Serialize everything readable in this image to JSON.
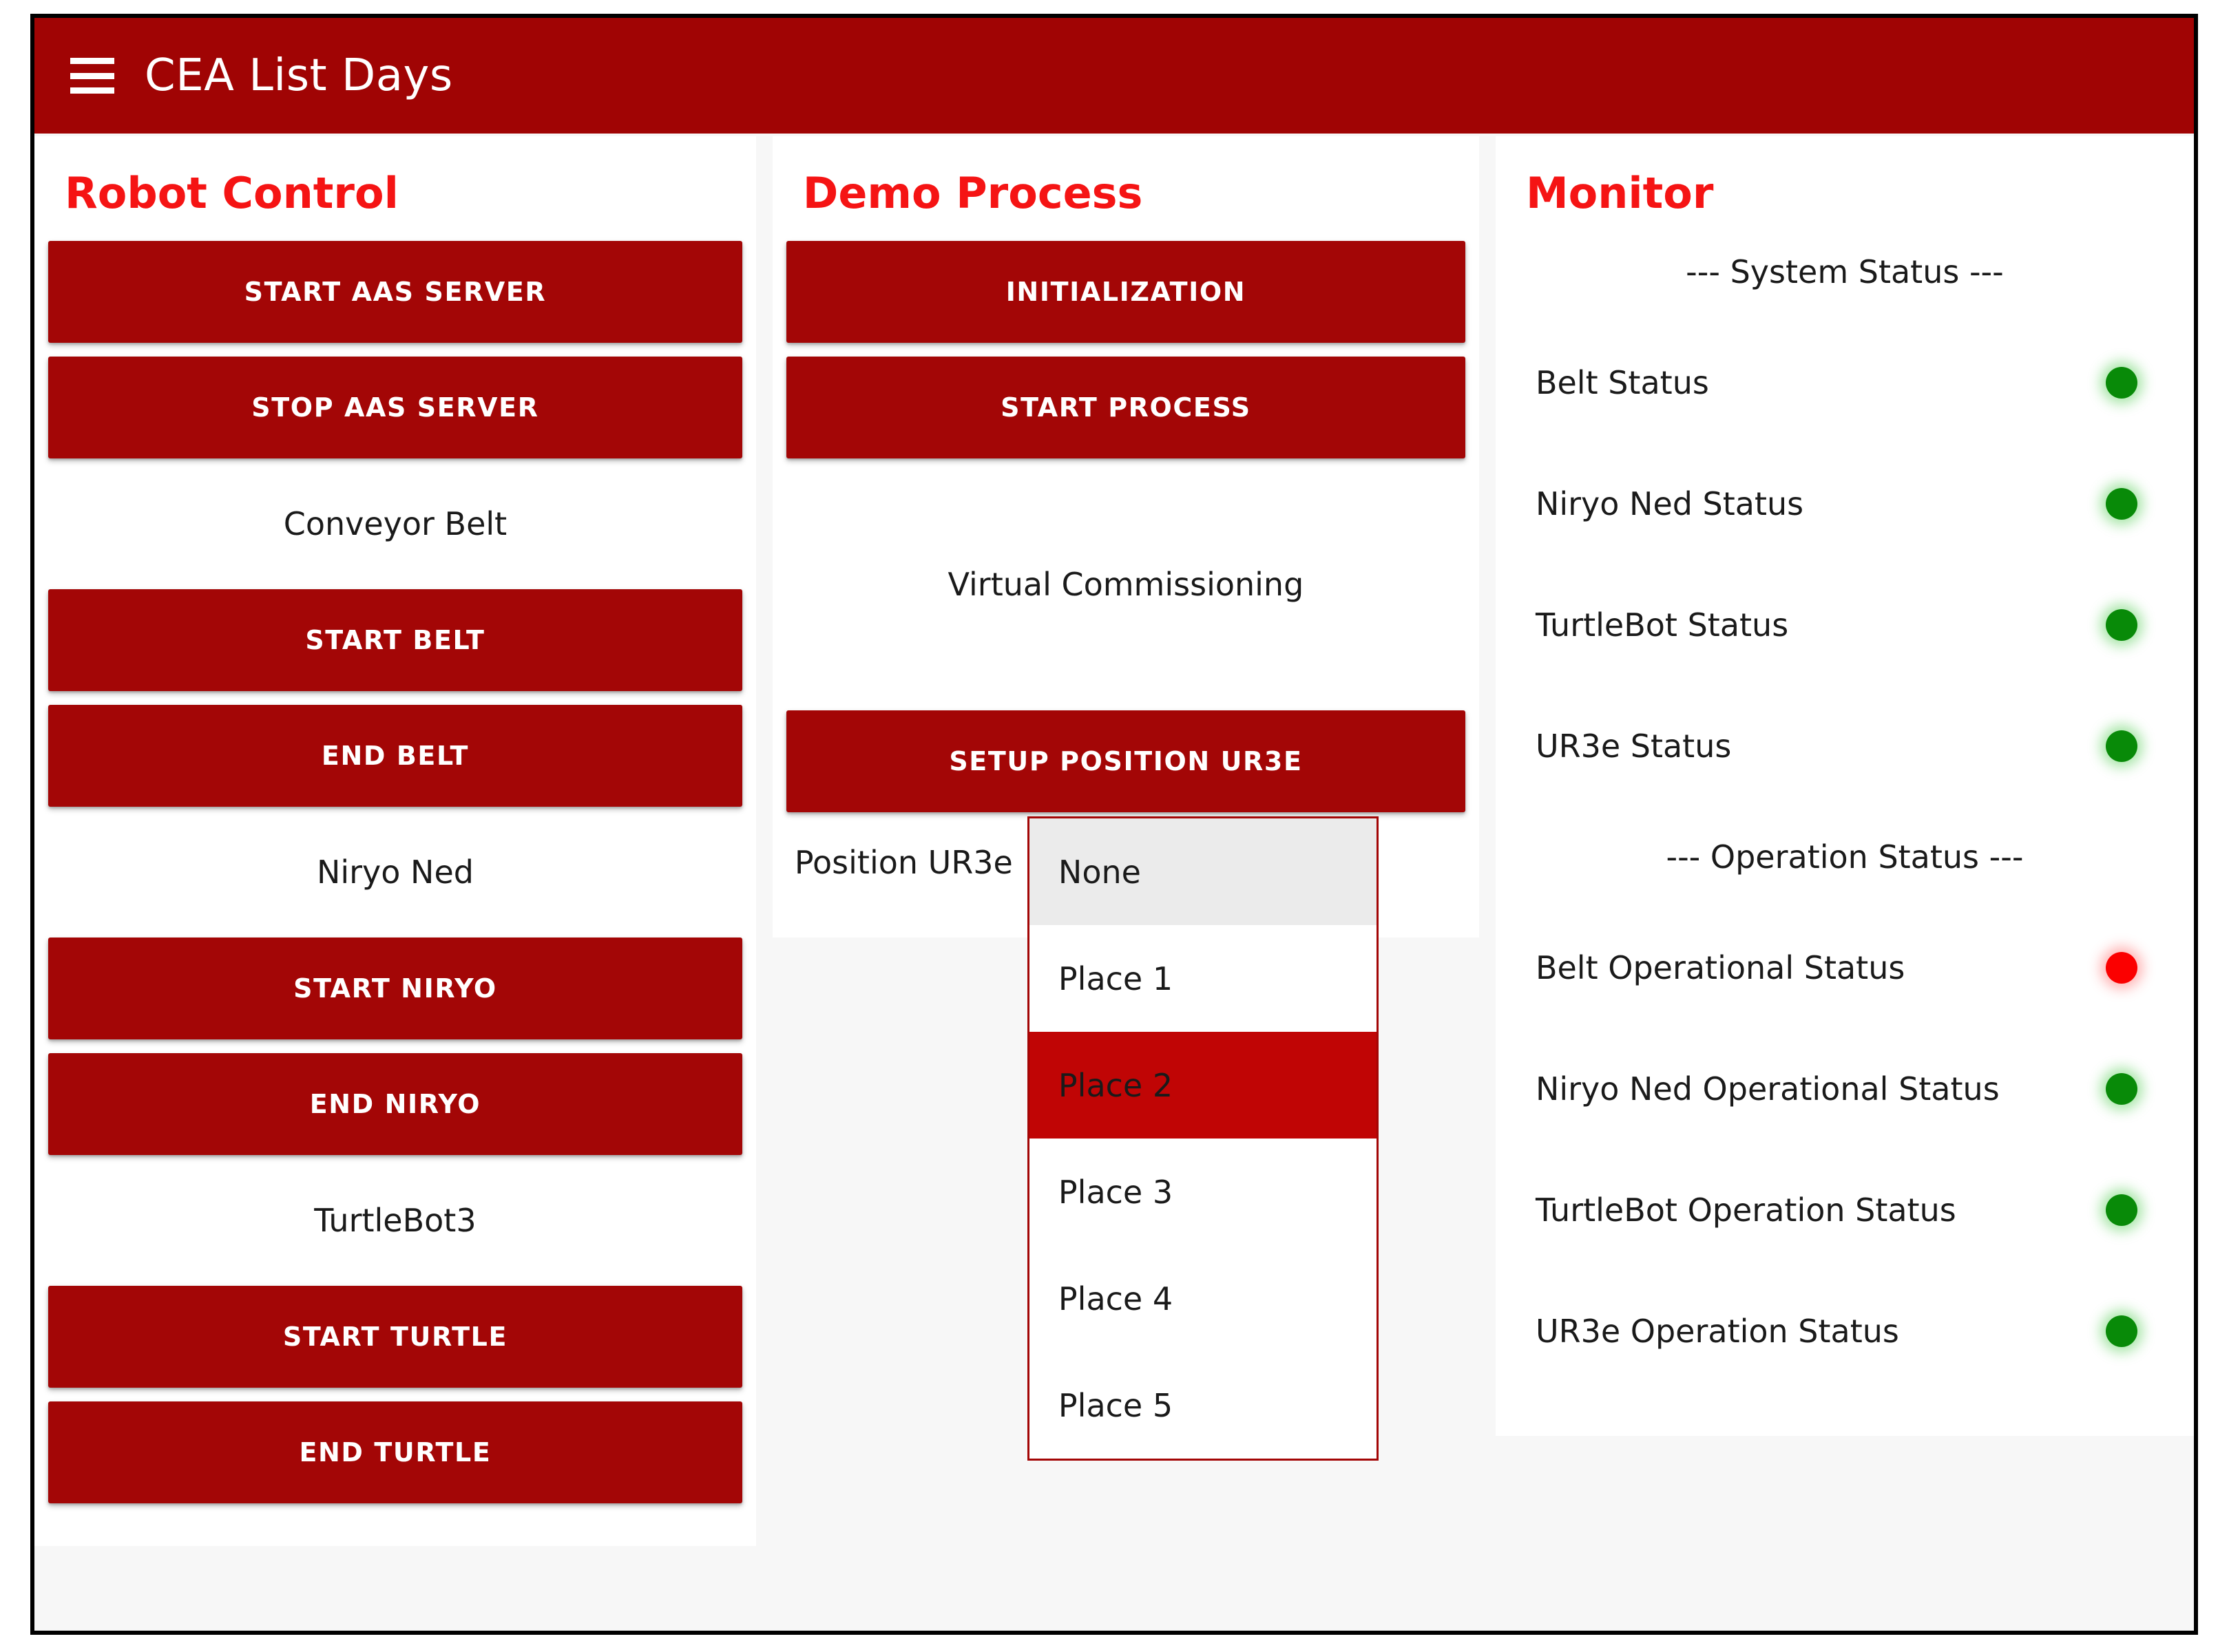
{
  "appbar": {
    "menu_icon": "hamburger-icon",
    "title": "CEA List Days"
  },
  "colors": {
    "appbar_red": "#a00404",
    "button_red": "#a30606",
    "heading_red": "#f51414",
    "selected_option_red": "#c00505",
    "led_green": "#088a08",
    "led_red": "#fb0000"
  },
  "robot_control": {
    "heading": "Robot Control",
    "buttons": {
      "start_aas_server": "START AAS SERVER",
      "stop_aas_server": "STOP AAS SERVER",
      "start_belt": "START BELT",
      "end_belt": "END BELT",
      "start_niryo": "START NIRYO",
      "end_niryo": "END NIRYO",
      "start_turtle": "START TURTLE",
      "end_turtle": "END TURTLE"
    },
    "labels": {
      "conveyor_belt": "Conveyor Belt",
      "niryo_ned": "Niryo Ned",
      "turtlebot3": "TurtleBot3"
    }
  },
  "demo_process": {
    "heading": "Demo Process",
    "buttons": {
      "initialization": "INITIALIZATION",
      "start_process": "START PROCESS",
      "setup_position_ur3e": "SETUP POSITION UR3E"
    },
    "labels": {
      "virtual_commissioning": "Virtual Commissioning",
      "position_ur3e": "Position UR3e"
    },
    "position_select": {
      "selected_value": "Place 2",
      "expanded": true,
      "options": [
        {
          "label": "None",
          "state": "highlight"
        },
        {
          "label": "Place 1",
          "state": "normal"
        },
        {
          "label": "Place 2",
          "state": "selected"
        },
        {
          "label": "Place 3",
          "state": "normal"
        },
        {
          "label": "Place 4",
          "state": "normal"
        },
        {
          "label": "Place 5",
          "state": "normal"
        }
      ]
    }
  },
  "monitor": {
    "heading": "Monitor",
    "system_status": {
      "title": "--- System Status ---",
      "rows": [
        {
          "label": "Belt Status",
          "led": "green"
        },
        {
          "label": "Niryo Ned Status",
          "led": "green"
        },
        {
          "label": "TurtleBot Status",
          "led": "green"
        },
        {
          "label": "UR3e Status",
          "led": "green"
        }
      ]
    },
    "operation_status": {
      "title": "--- Operation Status ---",
      "rows": [
        {
          "label": "Belt Operational Status",
          "led": "red"
        },
        {
          "label": "Niryo Ned Operational Status",
          "led": "green"
        },
        {
          "label": "TurtleBot Operation Status",
          "led": "green"
        },
        {
          "label": "UR3e Operation Status",
          "led": "green"
        }
      ]
    }
  }
}
